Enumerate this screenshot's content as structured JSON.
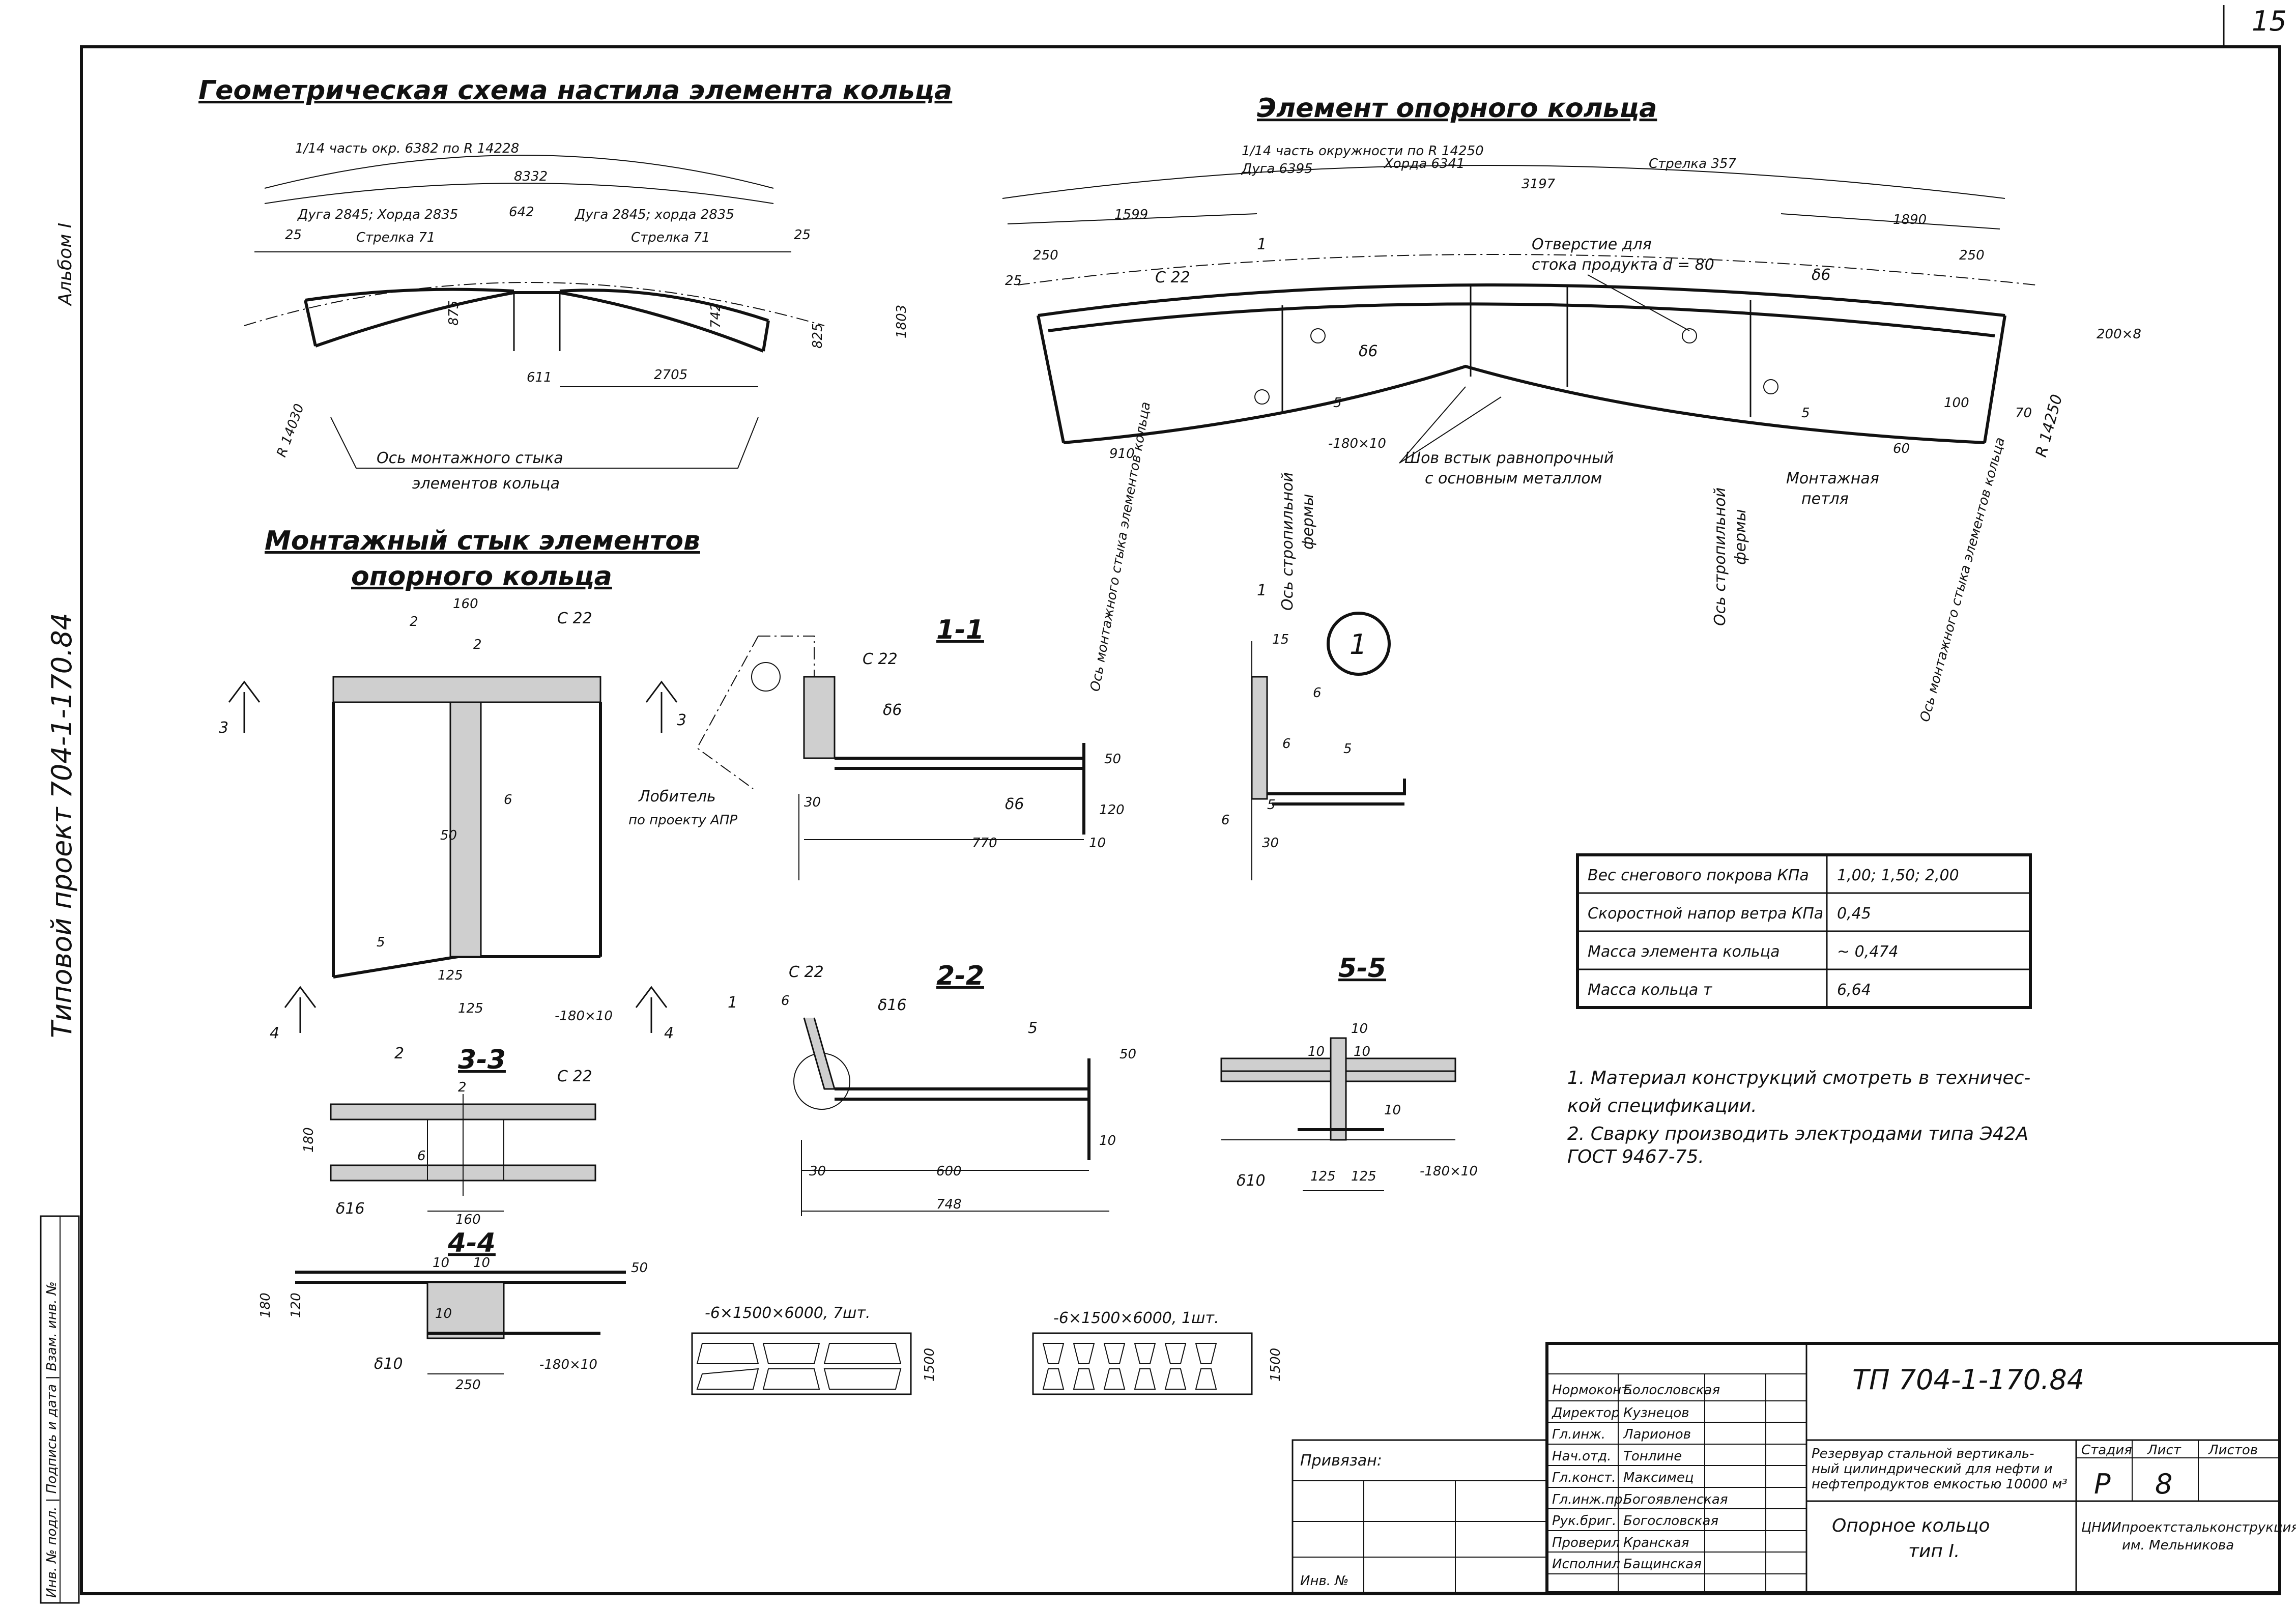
{
  "side": {
    "album": "Альбом I",
    "project": "Типовой проект 704-1-170.84",
    "stamp": "Инв. № подл. | Подпись и дата | Взам. инв. №"
  },
  "page_number": "15",
  "geometric_scheme": {
    "title": "Геометрическая схема настила элемента кольца",
    "arc_note": "1/14 часть окр. 6382 по R 14228",
    "chord_total": "8332",
    "left": "Дуга 2845; Хорда 2835",
    "left_sag": "Стрелка 71",
    "center": "642",
    "right": "Дуга 2845; хорда 2835",
    "right_sag": "Стрелка 71",
    "edge_l": "25",
    "edge_r": "25",
    "d875": "875",
    "d742": "742",
    "d825": "825",
    "d1803": "1803",
    "d2705": "2705",
    "d611": "611",
    "radius": "R 14030",
    "axis_note_1": "Ось монтажного стыка",
    "axis_note_2": "элементов кольца"
  },
  "support_ring": {
    "title": "Элемент опорного кольца",
    "arc_note": "1/14 часть окружности по R 14250",
    "arc": "Дуга 6395",
    "chord": "Хорда 6341",
    "sag": "Стрелка 357",
    "d3197": "3197",
    "d1599": "1599",
    "d1890": "1890",
    "d250l": "250",
    "d250r": "250",
    "d25": "25",
    "c22": "С 22",
    "hole_1": "Отверстие для",
    "hole_2": "стока продукта d = 80",
    "d6a": "δ6",
    "d6b": "δ6",
    "plate": "-180×10",
    "plate2": "200×8",
    "weld_1": "Шов встык равнопрочный",
    "weld_2": "с основным металлом",
    "loop_1": "Монтажная",
    "loop_2": "петля",
    "radius": "R 14250",
    "axis_rafter_1": "Ось стропильной",
    "axis_rafter_2": "фермы",
    "axis_rafter_3": "Ось стропильной",
    "axis_rafter_4": "фермы",
    "axis_joint_l": "Ось монтажного стыка элементов кольца",
    "axis_joint_r": "Ось монтажного стыка элементов кольца",
    "n1a": "1",
    "n1b": "1",
    "n5a": "5",
    "n5b": "5",
    "d100": "100",
    "d70": "70",
    "d60": "60",
    "d910": "910"
  },
  "mount_joint": {
    "title_1": "Монтажный стык элементов",
    "title_2": "опорного кольца",
    "d160": "160",
    "d2a": "2",
    "d2b": "2",
    "c22": "С 22",
    "d50": "50",
    "d6": "6",
    "d5": "5",
    "d125a": "125",
    "d125b": "125",
    "plate": "-180×10",
    "s3": "3",
    "s4": "4",
    "s2": "2"
  },
  "sec11": {
    "title": "1-1",
    "c22": "С 22",
    "d6": "δ6",
    "d6b": "δ6",
    "d770": "770",
    "d120": "120",
    "d50": "50",
    "d10": "10",
    "d30": "30",
    "breaker_1": "Лобитель",
    "breaker_2": "по проекту АПР"
  },
  "node1": {
    "mark": "1",
    "d15": "15",
    "d6a": "6",
    "d6b": "6",
    "d5a": "5",
    "d5b": "5",
    "d6c": "6",
    "d30": "30"
  },
  "sec22": {
    "title": "2-2",
    "c22": "С 22",
    "d16": "δ16",
    "d6": "6",
    "d1": "1",
    "d5": "5",
    "d50": "50",
    "d10": "10",
    "d30": "30",
    "d600": "600",
    "d748": "748"
  },
  "sec33": {
    "title": "3-3",
    "c22": "С 22",
    "d16": "δ16",
    "d160": "160",
    "d180": "180",
    "d2": "2",
    "d6": "6"
  },
  "sec44": {
    "title": "4-4",
    "d10a": "10",
    "d10b": "10",
    "d10c": "10",
    "d250": "250",
    "d180": "180",
    "d120": "120",
    "d50": "50",
    "d10": "δ10",
    "plate": "-180×10"
  },
  "sec55": {
    "title": "5-5",
    "d10a": "10",
    "d10b": "10",
    "d10c": "10",
    "d10d": "10",
    "d125a": "125",
    "d125b": "125",
    "d10": "δ10",
    "plate": "-180×10"
  },
  "sheets": {
    "sheet1": "-6×1500×6000, 7шт.",
    "sheet2": "-6×1500×6000, 1шт.",
    "h1": "1500",
    "h2": "1500"
  },
  "load_table": [
    {
      "label": "Вес снегового покрова КПа",
      "value": "1,00; 1,50; 2,00"
    },
    {
      "label": "Скоростной напор ветра КПа",
      "value": "0,45"
    },
    {
      "label": "Масса элемента кольца",
      "value": "~ 0,474"
    },
    {
      "label": "Масса кольца т",
      "value": "6,64"
    }
  ],
  "notes": [
    "1. Материал конструкций смотреть в техничес-",
    "кой спецификации.",
    "2. Сварку производить электродами типа Э42А",
    "ГОСТ 9467-75."
  ],
  "title_block": {
    "code": "ТП 704-1-170.84",
    "desc_1": "Резервуар стальной вертикаль-",
    "desc_2": "ный цилиндрический для нефти и",
    "desc_3": "нефтепродуктов емкостью 10000 м³",
    "drawing_1": "Опорное кольцо",
    "drawing_2": "тип I.",
    "stage_h": "Стадия",
    "sheet_h": "Лист",
    "sheets_h": "Листов",
    "stage": "Р",
    "sheet": "8",
    "org_1": "ЦНИИпроектстальконструкция",
    "org_2": "им. Мельникова",
    "bound": "Привязан:",
    "inv": "Инв. №",
    "people": [
      {
        "role": "Нормоконт.",
        "name": "Болословская"
      },
      {
        "role": "Директор",
        "name": "Кузнецов"
      },
      {
        "role": "Гл.инж.",
        "name": "Ларионов"
      },
      {
        "role": "Нач.отд.",
        "name": "Тонлине"
      },
      {
        "role": "Гл.конст.",
        "name": "Максимец"
      },
      {
        "role": "Гл.инж.пр.",
        "name": "Богоявленская"
      },
      {
        "role": "Рук.бриг.",
        "name": "Богословская"
      },
      {
        "role": "Проверил",
        "name": "Кранская"
      },
      {
        "role": "Исполнил",
        "name": "Бащинская"
      }
    ]
  }
}
